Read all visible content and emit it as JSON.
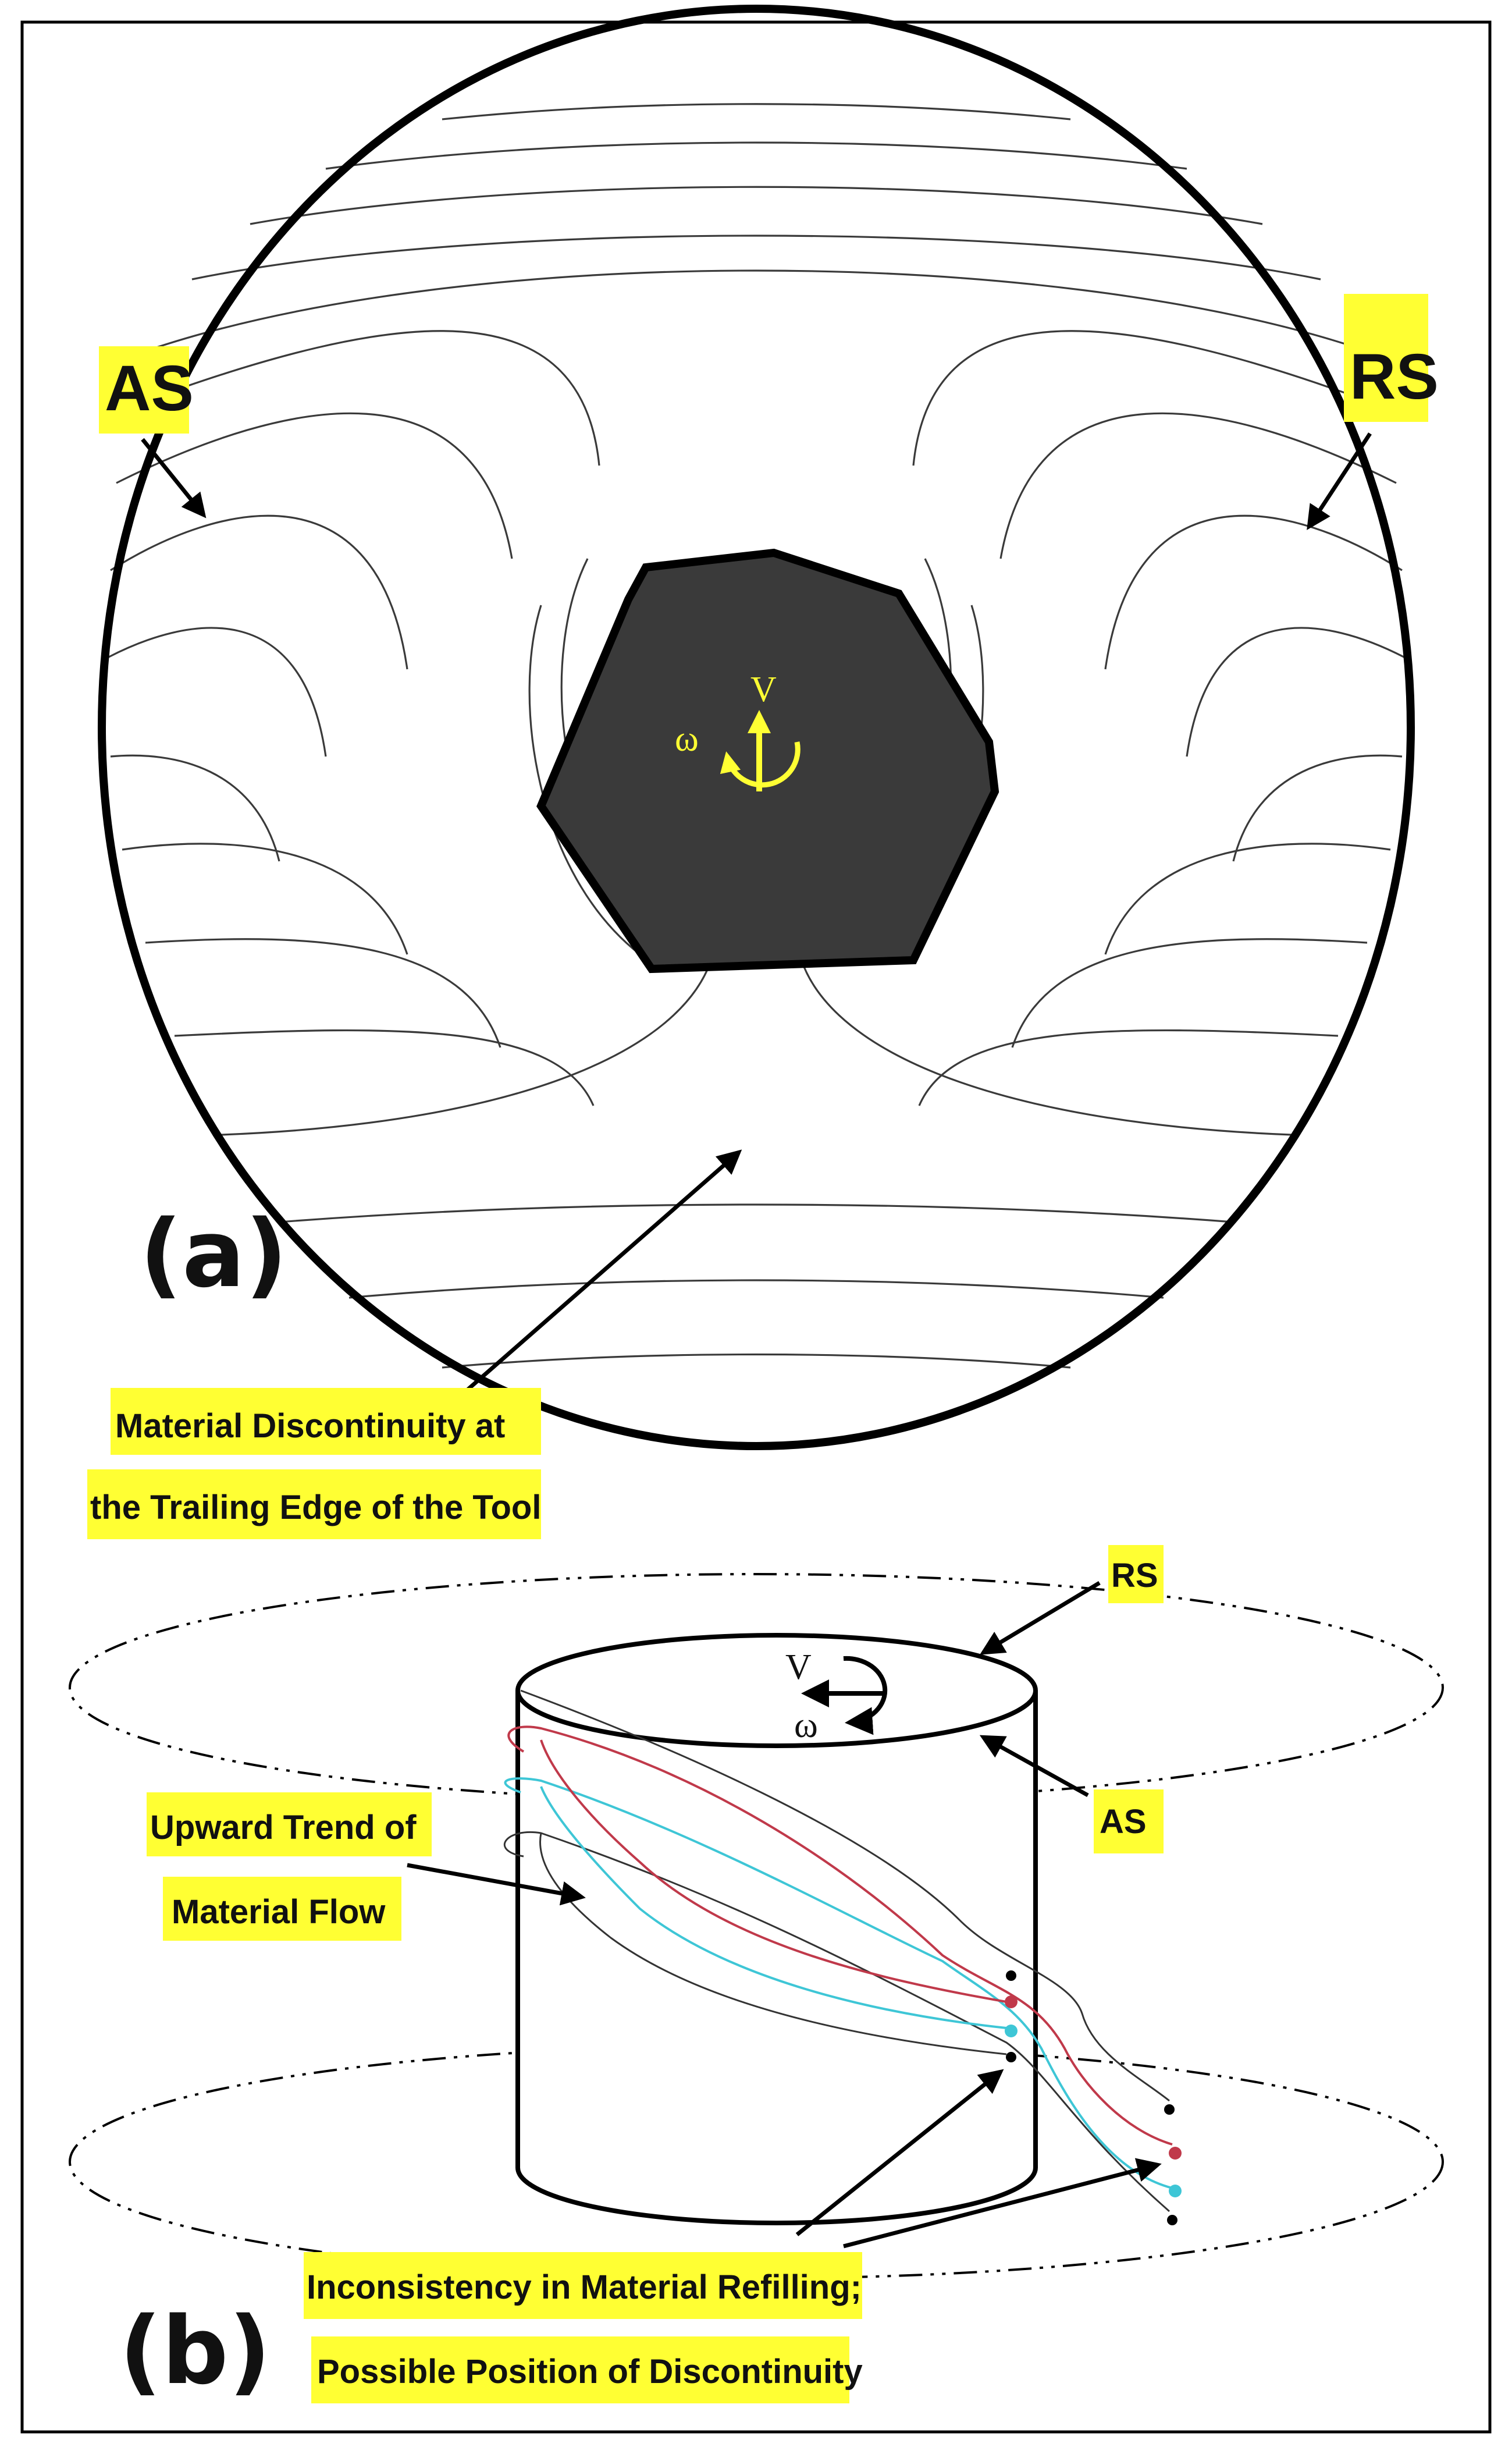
{
  "panels": {
    "a": {
      "panel_label": "(a)",
      "as_label": "AS",
      "rs_label": "RS",
      "velocity_symbol": "V",
      "omega_symbol": "ω",
      "caption_line1": "Material Discontinuity at",
      "caption_line2": "the Trailing Edge of the Tool"
    },
    "b": {
      "panel_label": "(b)",
      "rs_label": "RS",
      "as_label": "AS",
      "velocity_symbol": "V",
      "omega_symbol": "ω",
      "upward_line1": "Upward Trend of",
      "upward_line2": "Material Flow",
      "inconsistency_line1": "Inconsistency in Material Refilling;",
      "inconsistency_line2": "Possible Position of Discontinuity"
    }
  },
  "colors": {
    "highlight": "#ffff33",
    "tool": "#3a3a3a",
    "flow_red": "#c0394a",
    "flow_cyan": "#3ec6d6",
    "flow_black": "#333333"
  }
}
